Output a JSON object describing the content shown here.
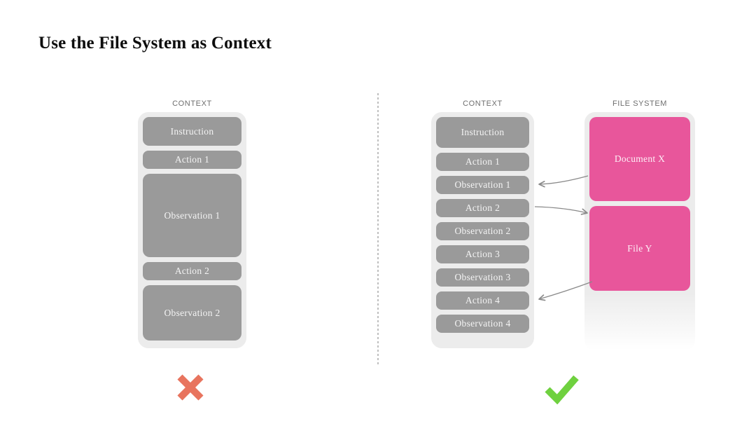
{
  "title": "Use the File System as Context",
  "left_panel": {
    "label": "CONTEXT",
    "verdict_icon": "cross-mark",
    "boxes": [
      {
        "label": "Instruction"
      },
      {
        "label": "Action 1"
      },
      {
        "label": "Observation 1"
      },
      {
        "label": "Action 2"
      },
      {
        "label": "Observation 2"
      }
    ]
  },
  "right_panel": {
    "label": "CONTEXT",
    "verdict_icon": "check-mark",
    "boxes": [
      {
        "label": "Instruction"
      },
      {
        "label": "Action 1"
      },
      {
        "label": "Observation 1"
      },
      {
        "label": "Action 2"
      },
      {
        "label": "Observation 2"
      },
      {
        "label": "Action 3"
      },
      {
        "label": "Observation 3"
      },
      {
        "label": "Action 4"
      },
      {
        "label": "Observation 4"
      }
    ]
  },
  "file_system": {
    "label": "FILE SYSTEM",
    "boxes": [
      {
        "label": "Document X"
      },
      {
        "label": "File Y"
      }
    ]
  },
  "connections": [
    {
      "from": "Document X",
      "to": "Observation 1"
    },
    {
      "from": "Action 2",
      "to": "File Y"
    },
    {
      "from": "File Y",
      "to": "Action 4"
    }
  ],
  "colors": {
    "box_gray": "#9a9a9a",
    "container_gray": "#ececec",
    "file_pink": "#e8569b",
    "cross_red": "#e8745e",
    "check_green": "#6fd13f",
    "arrow_gray": "#8a8a8a",
    "label_gray": "#6e6e6e"
  }
}
